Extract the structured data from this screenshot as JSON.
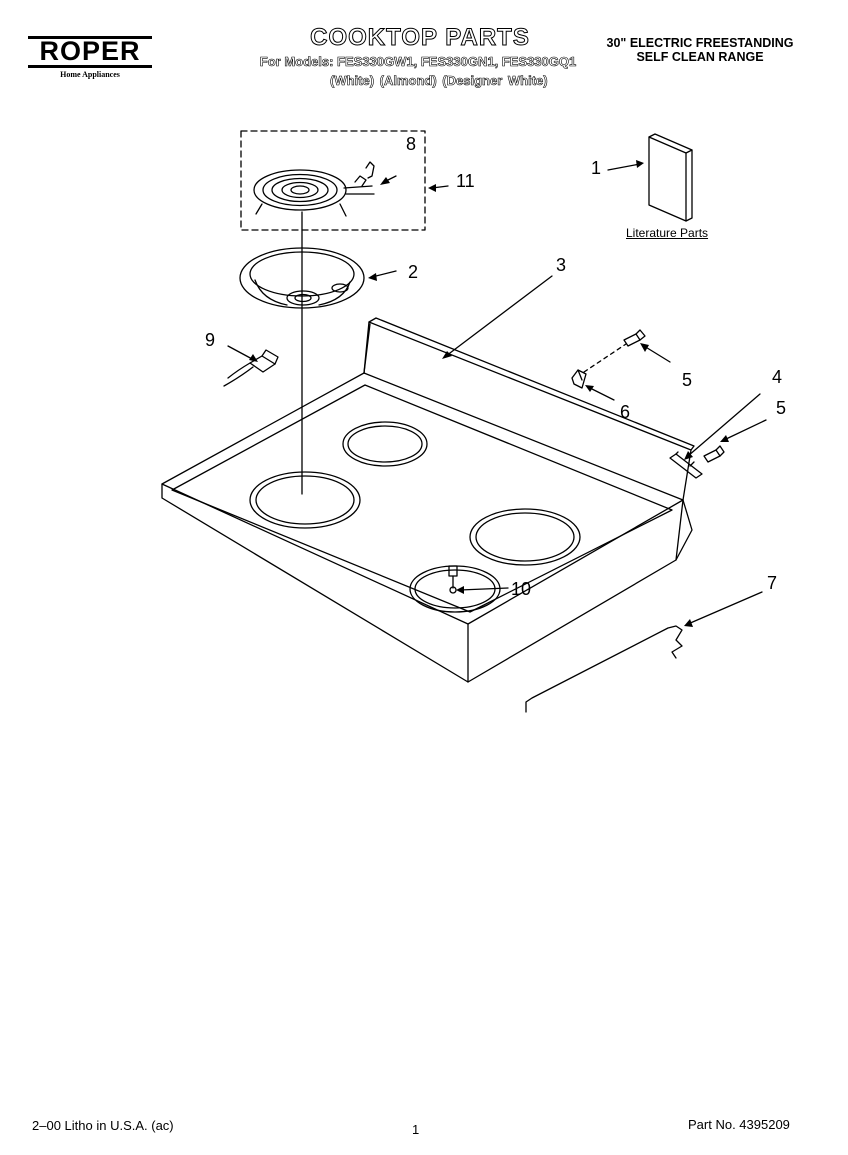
{
  "header": {
    "brand": "ROPER",
    "brand_sub": "Home Appliances",
    "title": "COOKTOP PARTS",
    "models_line": "For Models: FES330GW1, FES330GN1, FES330GQ1",
    "colors_line": "(White)   (Almond)  (Designer White)",
    "range_line1": "30\" ELECTRIC FREESTANDING",
    "range_line2": "SELF CLEAN RANGE"
  },
  "callouts": {
    "c1": "1",
    "c2": "2",
    "c3": "3",
    "c4": "4",
    "c5a": "5",
    "c5b": "5",
    "c6": "6",
    "c7": "7",
    "c8": "8",
    "c9": "9",
    "c10": "10",
    "c11": "11"
  },
  "literature_label": "Literature Parts",
  "footer": {
    "litho": "2–00 Litho in U.S.A. (ac)",
    "page": "1",
    "part_no": "Part No. 4395209"
  }
}
